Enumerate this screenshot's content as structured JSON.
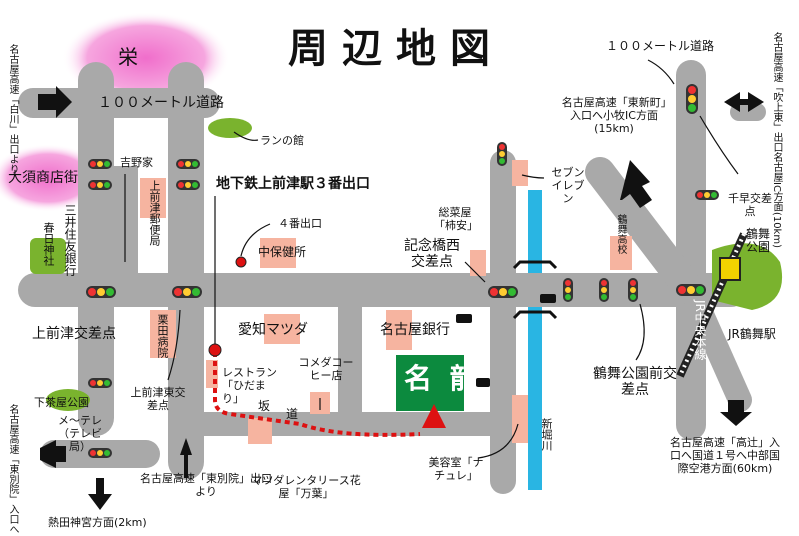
{
  "title": "周辺地図",
  "districts": {
    "sakae": "栄",
    "osu": "大須商店街"
  },
  "roads": {
    "hundred_m_west": "１００メートル道路",
    "hundred_m_east": "１００メートル道路",
    "slope_1": "坂",
    "slope_2": "道"
  },
  "landmarks": {
    "meiryu": "名 龍",
    "subway_exit3": "地下鉄上前津駅３番出口",
    "exit4": "４番出口",
    "ran_no_yakata": "ランの館",
    "yoshinoya": "吉野家",
    "post_office": "上前津郵便局",
    "sumitomo": "三井住友銀行",
    "kasuga": "春日神社",
    "chuho": "中保健所",
    "mazda": "愛知マツダ",
    "nagoya_bank": "名古屋銀行",
    "kurita": "栗田病院",
    "restaurant": "レストラン「ひだまり」",
    "komeda": "コメダコーヒー店",
    "rental": "マツダレンタリース花屋「万葉」",
    "salon": "美容室「ナチュレ」",
    "sozaiya": "総菜屋「柿安」",
    "seven": "セブンイレブン",
    "tsurumai_koukou": "鶴舞高校",
    "shimochaya": "下茶屋公園",
    "meitele": "メ〜テレ（テレビ局）",
    "tsurumai_park": "鶴舞公園",
    "jr_station": "JR鶴舞駅",
    "jr_line": "JR中央本線",
    "river": "新堀川"
  },
  "intersections": {
    "kamimaezu": "上前津交差点",
    "kamimaezu_higashi": "上前津東交差点",
    "kinenbashi": "記念橋西交差点",
    "tsurumai_koen_mae": "鶴舞公園前交差点",
    "chihaya": "千早交差点"
  },
  "directions": {
    "shirakawa": "名古屋高速「白川」出口より",
    "higashibetsuin_exit": "名古屋高速「東別院」出口より",
    "higashibetsuin_entrance": "名古屋高速「東別院」入口へ",
    "atsuta": "熱田神宮方面(2km)",
    "higashishinmachi": "名古屋高速「東新町」入口へ小牧IC方面(15km)",
    "fukiage": "名古屋高速「吹上東」出口名古屋IC方面(10km)",
    "takatsuji": "名古屋高速「高辻」入口へ国道１号へ中部国際空港方面(60km)"
  },
  "colors": {
    "road": "#a9a9a9",
    "building": "#f6b4a0",
    "park": "#7ab32e",
    "meiryu": "#0c8a3e",
    "river": "#29b5e3",
    "route": "#dd1111",
    "district": "#f06ecb"
  }
}
